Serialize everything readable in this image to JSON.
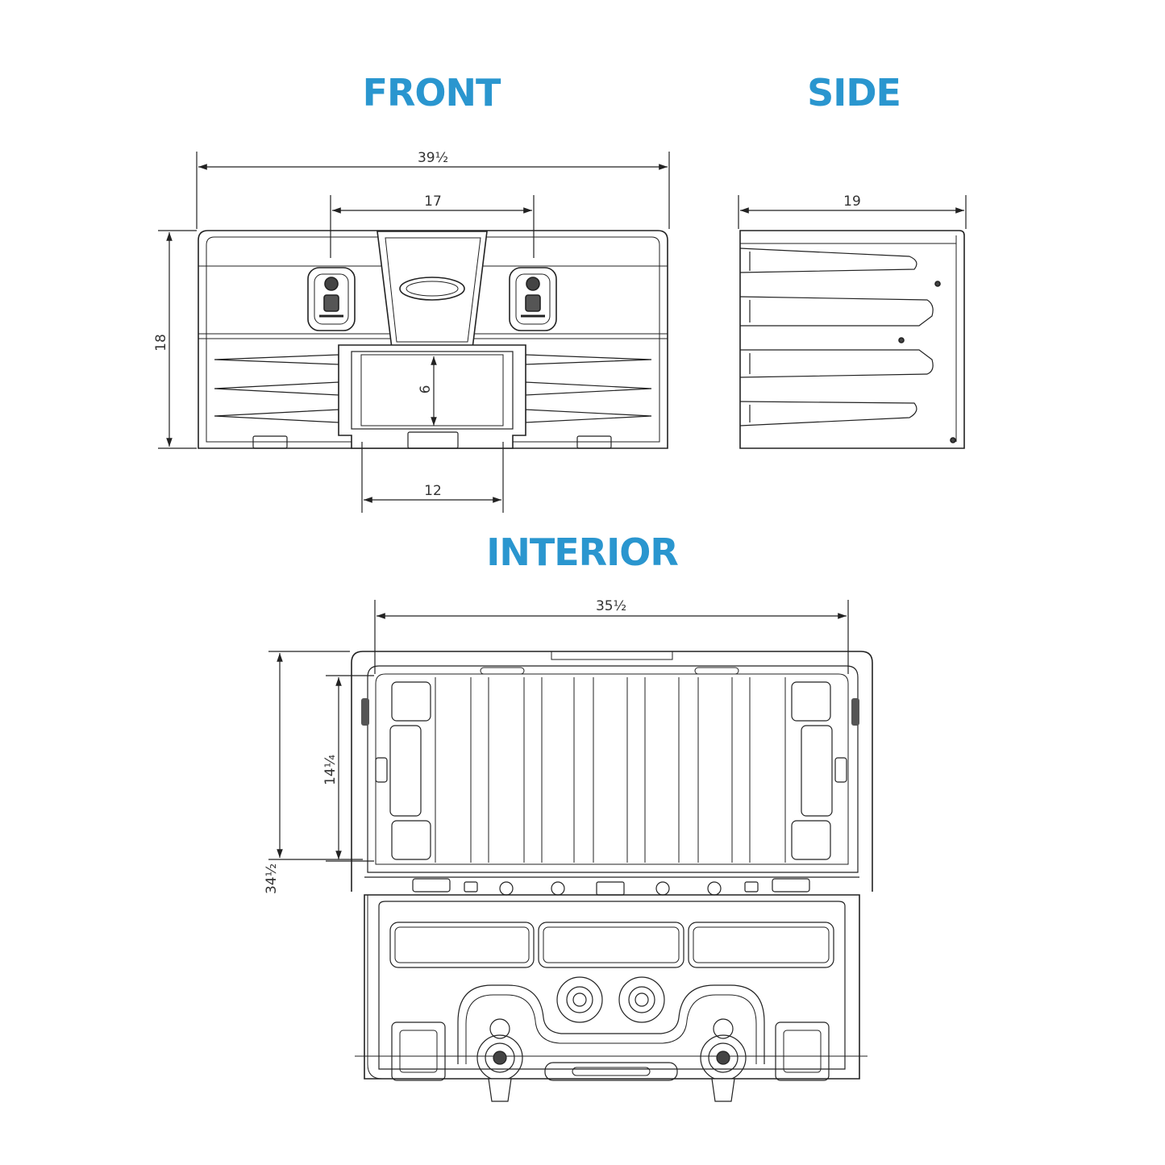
{
  "colors": {
    "title": "#2a96cf",
    "line": "#222222"
  },
  "views": {
    "front": {
      "title": "FRONT"
    },
    "side": {
      "title": "SIDE"
    },
    "interior": {
      "title": "INTERIOR"
    }
  },
  "dimensions": {
    "front_width": "39½",
    "front_handle_spacing": "17",
    "front_height": "18",
    "front_panel_height": "6",
    "front_panel_width": "12",
    "side_depth": "19",
    "interior_width": "35½",
    "interior_length": "34½",
    "interior_lid_depth": "14¼"
  }
}
